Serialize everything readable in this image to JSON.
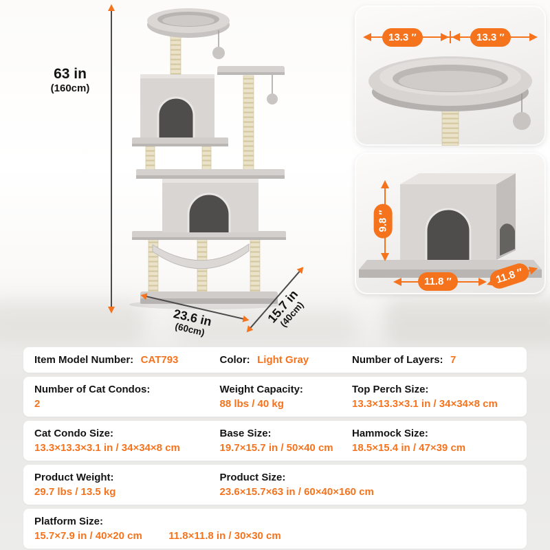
{
  "colors": {
    "accent": "#f5731d",
    "plush_gray": "#d8d5d2",
    "sisal": "#eae2c9"
  },
  "hero": {
    "height": {
      "value": "63 in",
      "metric": "(160cm)"
    },
    "depth": {
      "value": "23.6 in",
      "metric": "(60cm)"
    },
    "width": {
      "value": "15.7 in",
      "metric": "(40cm)"
    }
  },
  "insets": {
    "perch": {
      "width_left": "13.3 ″",
      "width_right": "13.3 ″"
    },
    "condo": {
      "height": "9.8 ″",
      "front": "11.8 ″",
      "depth": "11.8 ″"
    }
  },
  "specs": {
    "rows": [
      {
        "cells": [
          {
            "label": "Item Model Number:",
            "value": "CAT793"
          },
          {
            "label": "Color:",
            "value": "Light Gray"
          },
          {
            "label": "Number of Layers:",
            "value": "7"
          }
        ]
      },
      {
        "cells": [
          {
            "label": "Number of Cat Condos:",
            "value": "2"
          },
          {
            "label": "Weight Capacity:",
            "value": "88 lbs / 40 kg"
          },
          {
            "label": "Top Perch Size:",
            "value": "13.3×13.3×3.1 in / 34×34×8 cm"
          }
        ]
      },
      {
        "cells": [
          {
            "label": "Cat Condo Size:",
            "value": "13.3×13.3×3.1 in / 34×34×8 cm"
          },
          {
            "label": "Base Size:",
            "value": "19.7×15.7 in / 50×40 cm"
          },
          {
            "label": "Hammock Size:",
            "value": "18.5×15.4 in / 47×39 cm"
          }
        ]
      },
      {
        "cells": [
          {
            "label": "Product Weight:",
            "value": "29.7 lbs / 13.5 kg"
          },
          {
            "label": "Product Size:",
            "value": "23.6×15.7×63 in / 60×40×160 cm"
          }
        ]
      },
      {
        "cells": [
          {
            "label": "Platform Size:",
            "value": "15.7×7.9 in / 40×20 cm",
            "value2": "11.8×11.8 in / 30×30 cm"
          }
        ]
      }
    ]
  }
}
